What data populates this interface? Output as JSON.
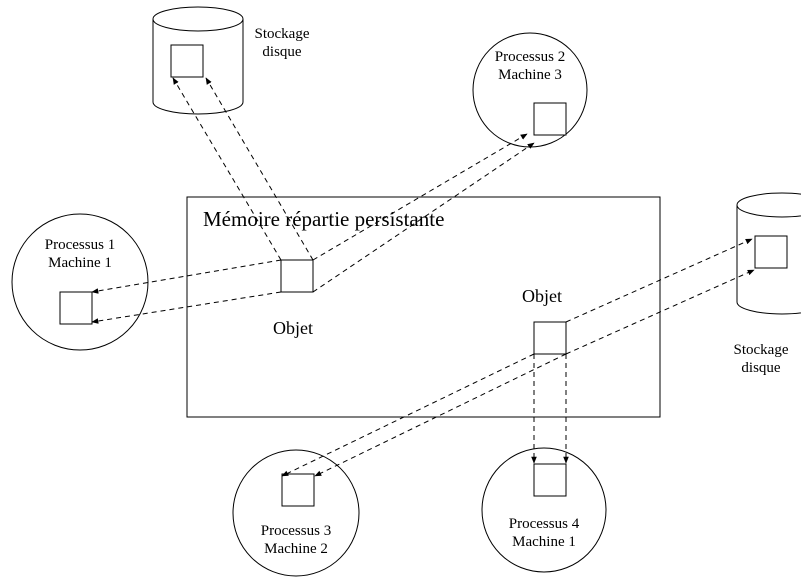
{
  "diagram": {
    "title": "Mémoire répartie persistante",
    "object_labels": [
      "Objet",
      "Objet"
    ],
    "processes": [
      {
        "name": "Processus 1",
        "machine": "Machine 1"
      },
      {
        "name": "Processus 2",
        "machine": "Machine 3"
      },
      {
        "name": "Processus 3",
        "machine": "Machine 2"
      },
      {
        "name": "Processus 4",
        "machine": "Machine 1"
      }
    ],
    "storage": [
      {
        "line1": "Stockage",
        "line2": "disque"
      },
      {
        "line1": "Stockage",
        "line2": "disque"
      }
    ]
  },
  "colors": {
    "stroke": "#000000",
    "background": "#ffffff"
  }
}
